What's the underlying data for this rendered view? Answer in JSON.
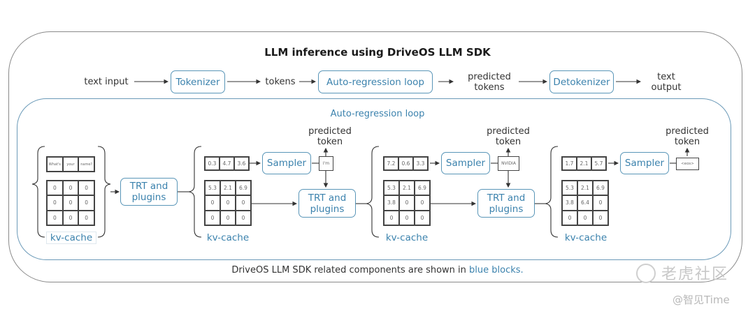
{
  "title": "LLM inference using DriveOS LLM SDK",
  "pipeline": {
    "text_input": "text input",
    "tokenizer": "Tokenizer",
    "tokens": "tokens",
    "auto_regression_loop": "Auto-regression loop",
    "predicted_tokens_line1": "predicted",
    "predicted_tokens_line2": "tokens",
    "detokenizer": "Detokenizer",
    "text_output_line1": "text",
    "text_output_line2": "output"
  },
  "loop": {
    "title": "Auto-regression loop",
    "trt_line1": "TRT and",
    "trt_line2": "plugins",
    "sampler": "Sampler",
    "kv_cache": "kv-cache",
    "predicted_line1": "predicted",
    "predicted_line2": "token",
    "stages": [
      {
        "input_tokens": [
          "What's",
          "your",
          "name?"
        ],
        "kv": [
          [
            "0",
            "0",
            "0"
          ],
          [
            "0",
            "0",
            "0"
          ],
          [
            "0",
            "0",
            "0"
          ]
        ]
      },
      {
        "logits": [
          "0.3",
          "4.7",
          "3.6"
        ],
        "token": "I'm",
        "kv": [
          [
            "5.3",
            "2.1",
            "6.9"
          ],
          [
            "0",
            "0",
            "0"
          ],
          [
            "0",
            "0",
            "0"
          ]
        ]
      },
      {
        "logits": [
          "7.2",
          "0.6",
          "3.3"
        ],
        "token": "NVIDIA",
        "kv": [
          [
            "5.3",
            "2.1",
            "6.9"
          ],
          [
            "3.8",
            "0",
            "0"
          ],
          [
            "0",
            "0",
            "0"
          ]
        ]
      },
      {
        "logits": [
          "1.7",
          "2.1",
          "5.7"
        ],
        "token": "<eos>",
        "kv": [
          [
            "5.3",
            "2.1",
            "6.9"
          ],
          [
            "3.8",
            "6.4",
            "0"
          ],
          [
            "0",
            "0",
            "0"
          ]
        ]
      }
    ]
  },
  "caption": {
    "prefix": "DriveOS LLM SDK related components are shown in ",
    "highlight": "blue blocks."
  },
  "watermark": {
    "line1": "老虎社区",
    "line2": "@智见Time"
  },
  "colors": {
    "accent_blue": "#3b82ad",
    "box_border": "#5a96b8"
  }
}
